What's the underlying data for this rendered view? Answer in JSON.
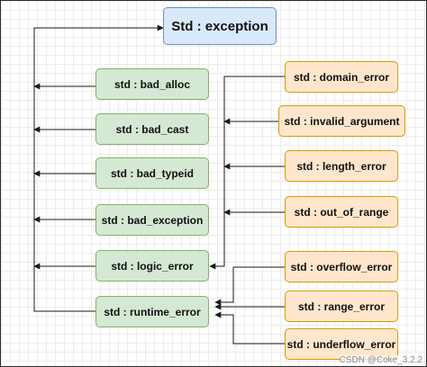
{
  "diagram": {
    "root": {
      "label": "Std : exception"
    },
    "left_nodes": [
      {
        "label": "std : bad_alloc"
      },
      {
        "label": "std : bad_cast"
      },
      {
        "label": "std : bad_typeid"
      },
      {
        "label": "std : bad_exception"
      },
      {
        "label": "std : logic_error"
      },
      {
        "label": "std : runtime_error"
      }
    ],
    "logic_children": [
      {
        "label": "std : domain_error"
      },
      {
        "label": "std : invalid_argument"
      },
      {
        "label": "std : length_error"
      },
      {
        "label": "std : out_of_range"
      }
    ],
    "runtime_children": [
      {
        "label": "std : overflow_error"
      },
      {
        "label": "std : range_error"
      },
      {
        "label": "std : underflow_error"
      }
    ],
    "colors": {
      "root_fill": "#dae8fc",
      "root_stroke": "#6c8ebf",
      "left_fill": "#d5e8d4",
      "left_stroke": "#82b366",
      "right_fill": "#ffe6cc",
      "right_stroke": "#d79b00",
      "edge": "#1a1a1a"
    }
  },
  "watermark": "CSDN @Coke_3.2.2"
}
